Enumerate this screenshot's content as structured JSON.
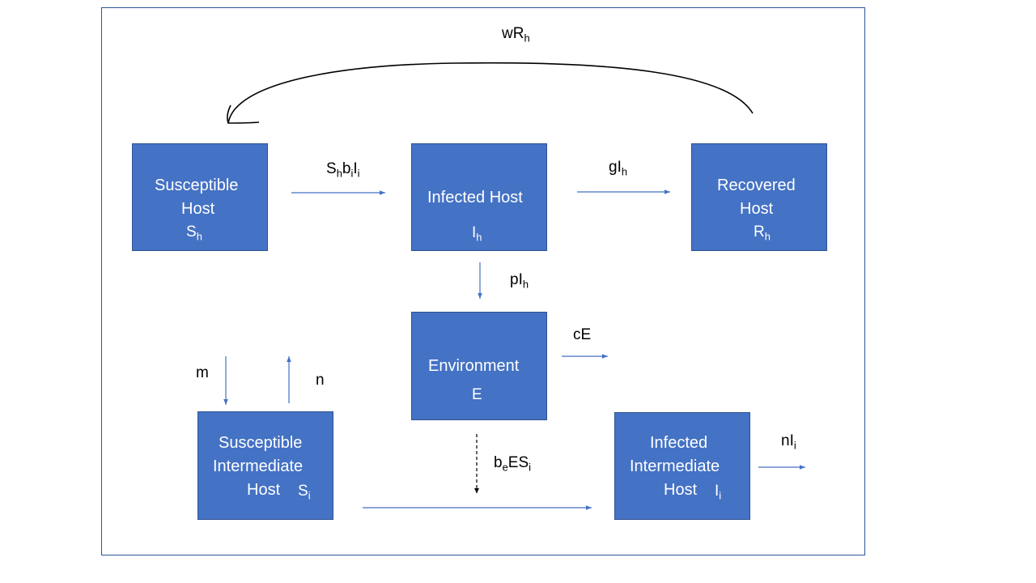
{
  "colors": {
    "box_fill": "#4472c4",
    "box_border": "#2f528f",
    "arrow": "#4472c4",
    "frame": "#2f5597",
    "dashed_arrow": "#000000"
  },
  "boxes": {
    "susceptible_host": {
      "line1": "Susceptible",
      "line2": "Host",
      "sym": "S",
      "sub": "h"
    },
    "infected_host": {
      "line1": "Infected Host",
      "sym": "I",
      "sub": "h"
    },
    "recovered_host": {
      "line1": "Recovered",
      "line2": "Host",
      "sym": "R",
      "sub": "h"
    },
    "environment": {
      "line1": "Environment",
      "sym": "E"
    },
    "susceptible_intermediate": {
      "line1": "Susceptible",
      "line2": "Intermediate",
      "line3": "Host",
      "sym": "S",
      "sub": "i"
    },
    "infected_intermediate": {
      "line1": "Infected",
      "line2": "Intermediate",
      "line3": "Host",
      "sym": "I",
      "sub": "i"
    }
  },
  "labels": {
    "waning": {
      "a": "wR",
      "a_sub": "h"
    },
    "infection_h": {
      "a": "S",
      "a_sub": "h",
      "b": "b",
      "b_sub": "i",
      "c": "I",
      "c_sub": "i"
    },
    "recovery": {
      "a": "gI",
      "a_sub": "h"
    },
    "shedding": {
      "a": "pI",
      "a_sub": "h"
    },
    "decay": {
      "a": "cE"
    },
    "birth": {
      "a": "m"
    },
    "death_s": {
      "a": "n"
    },
    "infection_i": {
      "a": "b",
      "a_sub": "e",
      "b": "ES",
      "b_sub": "i"
    },
    "death_i": {
      "a": "nI",
      "a_sub": "i"
    }
  }
}
